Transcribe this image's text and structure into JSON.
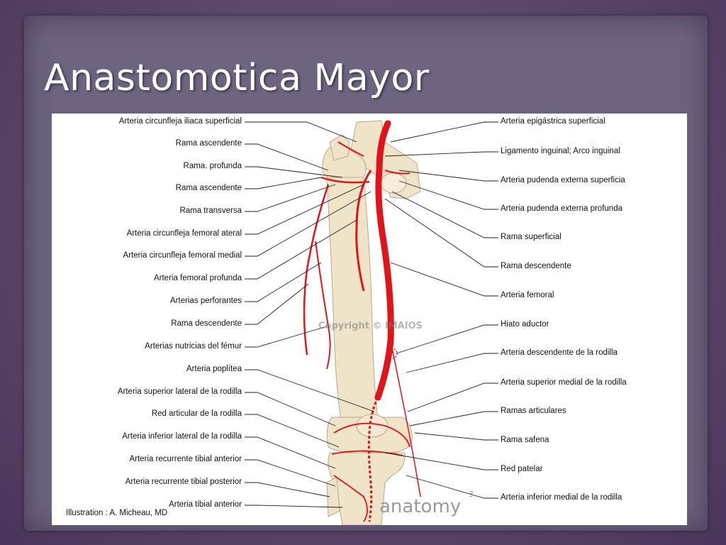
{
  "slide": {
    "title": "Anastomotica Mayor"
  },
  "figure": {
    "labels_left": [
      "Arteria circunfleja iliaca superficial",
      "Rama ascendente",
      "Rama. profunda",
      "Rama ascendente",
      "Rama transversa",
      "Arteria circunfleja femoral ateral",
      "Arteria circunfleja femoral medial",
      "Arteria femoral profunda",
      "Arterias perforantes",
      "Rama descendente",
      "Arterias nutricias del fémur",
      "Arteria poplítea",
      "Arteria superior lateral de la rodilla",
      "Red articular de la rodilla",
      "Arteria inferior lateral de la rodilla",
      "Arteria recurrente tibial anterior",
      "Arteria recurrente tibial posterior",
      "Arteria tibial anterior"
    ],
    "labels_right": [
      "Arteria epigástrica superficial",
      "Ligamento inguinal; Arco inguinal",
      "Arteria pudenda externa superficia",
      "Arteria pudenda externa profunda",
      "Rama superficial",
      "Rama descendente",
      "Arteria femoral",
      "Hiato aductor",
      "Arteria descendente de la rodilla",
      "Arteria superior medial de la rodilla",
      "Ramas articulares",
      "Rama safena",
      "Red patelar",
      "Arteria inferior medial de la rodilla"
    ],
    "credit": "Illustration : A. Micheau, MD",
    "brand": "anatomy",
    "page_number": "3",
    "watermark": "Copyright © IMAIOS",
    "colors": {
      "artery": "#e0141a",
      "bone": "#efe3c8",
      "bone_outline": "#b8a98a",
      "leader": "#222222"
    }
  }
}
